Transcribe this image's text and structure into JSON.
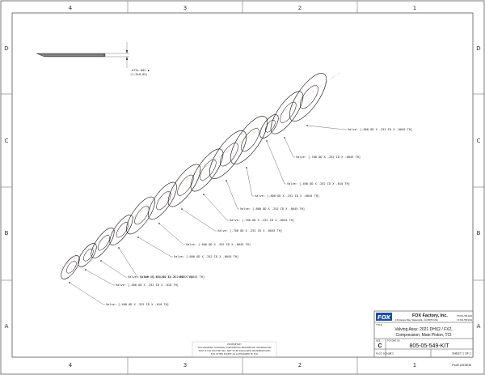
{
  "border_zones": {
    "columns": [
      "4",
      "3",
      "2",
      "1"
    ],
    "rows": [
      "D",
      "C",
      "B",
      "A"
    ]
  },
  "thickness_dimension": ".075±.002   ◆\n(1,9±0,05)",
  "valves": [
    "Valve: [.400 OD X .252 ID X .010 TH]",
    "Valve: [.400 OD X .252 ID X .010 TH]",
    "Valve: [.500 OD X .252 ID X .0045 TH]",
    "Valve: [.500 OD X .252 ID X .0045 TH]",
    "Valve: [.600 OD X .252 ID X .0045 TH]",
    "Valve: [.600 OD X .252 ID X .0045 TH]",
    "Valve: [.700 OD X .252 ID X .0045 TH]",
    "Valve: [.700 OD X .252 ID X .0045 TH]",
    "Valve: [.800 OD X .252 ID X .0045 TH]",
    "Valve: [.800 OD X .252 ID X .0045 TH]",
    "Valve: [.400 OD X .252 ID X .010 TH]",
    "Valve: [.700 OD X .252 ID X .0045 TH]",
    "Valve: [.800 OD X .252 ID X .0045 TH]"
  ],
  "title_block": {
    "company": "FOX Factory, Inc.",
    "address": "130 Hangar Way, Watsonville, CA 95076 USA",
    "phone_1": "PH 831-768-1100",
    "phone_2": "FX 831-768-9312",
    "title_label": "TITLE",
    "title_line_1": "Valving Assy: 2021 DHX2 / FX2,",
    "title_line_2": "Compression, Main Piston, TCI",
    "size_label": "SIZE",
    "size": "C",
    "dwg_label": "FOX DWG NO.",
    "dwg_no": "805-05-549-KIT",
    "scale_label": "PLOT SCALE",
    "scale": "4:1",
    "sheet": "SHEET 1 OF 1",
    "footer_tag": "ProE ASSEM"
  },
  "proprietary_notice": {
    "heading": "PROPRIETARY",
    "body_1": "THIS DRAWING CONTAINS CONFIDENTIAL PROPRIETARY INFORMATION",
    "body_2": "THAT IS FOX FACTORY INC. NOT TO BE DISCLOSED OR REPRODUCED",
    "body_3": "FOR OTHER EXCEPT AS AUTHORIZED BY FOX"
  }
}
